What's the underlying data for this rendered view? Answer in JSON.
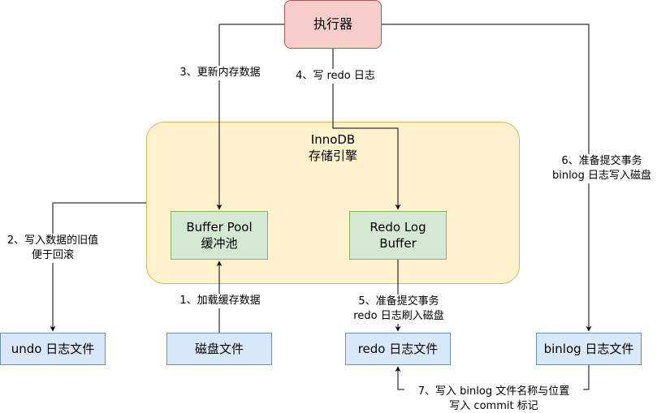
{
  "colors": {
    "executor_fill": "#f8cecc",
    "executor_stroke": "#b85450",
    "group_fill": "#fff2cc",
    "group_stroke": "#d6b656",
    "buffer_fill": "#d5e8d4",
    "buffer_stroke": "#82b366",
    "file_fill": "#dae8fc",
    "file_stroke": "#6c8ebf",
    "edge": "#000000"
  },
  "nodes": {
    "executor": "执行器",
    "innodb_line1": "InnoDB",
    "innodb_line2": "存储引擎",
    "buffer_pool_line1": "Buffer Pool",
    "buffer_pool_line2": "缓冲池",
    "redo_buffer_line1": "Redo Log",
    "redo_buffer_line2": "Buffer",
    "undo_file": "undo 日志文件",
    "disk_file": "磁盘文件",
    "redo_file": "redo 日志文件",
    "binlog_file": "binlog 日志文件"
  },
  "edges": {
    "step1": "1、加载缓存数据",
    "step2_line1": "2、写入数据的旧值",
    "step2_line2": "便于回滚",
    "step3": "3、更新内存数据",
    "step4": "4、写 redo 日志",
    "step5_line1": "5、准备提交事务",
    "step5_line2": "redo 日志刷入磁盘",
    "step6_line1": "6、准备提交事务",
    "step6_line2": "binlog 日志写入磁盘",
    "step7_line1": "7、写入 binlog 文件名称与位置",
    "step7_line2": "写入 commit 标记"
  }
}
